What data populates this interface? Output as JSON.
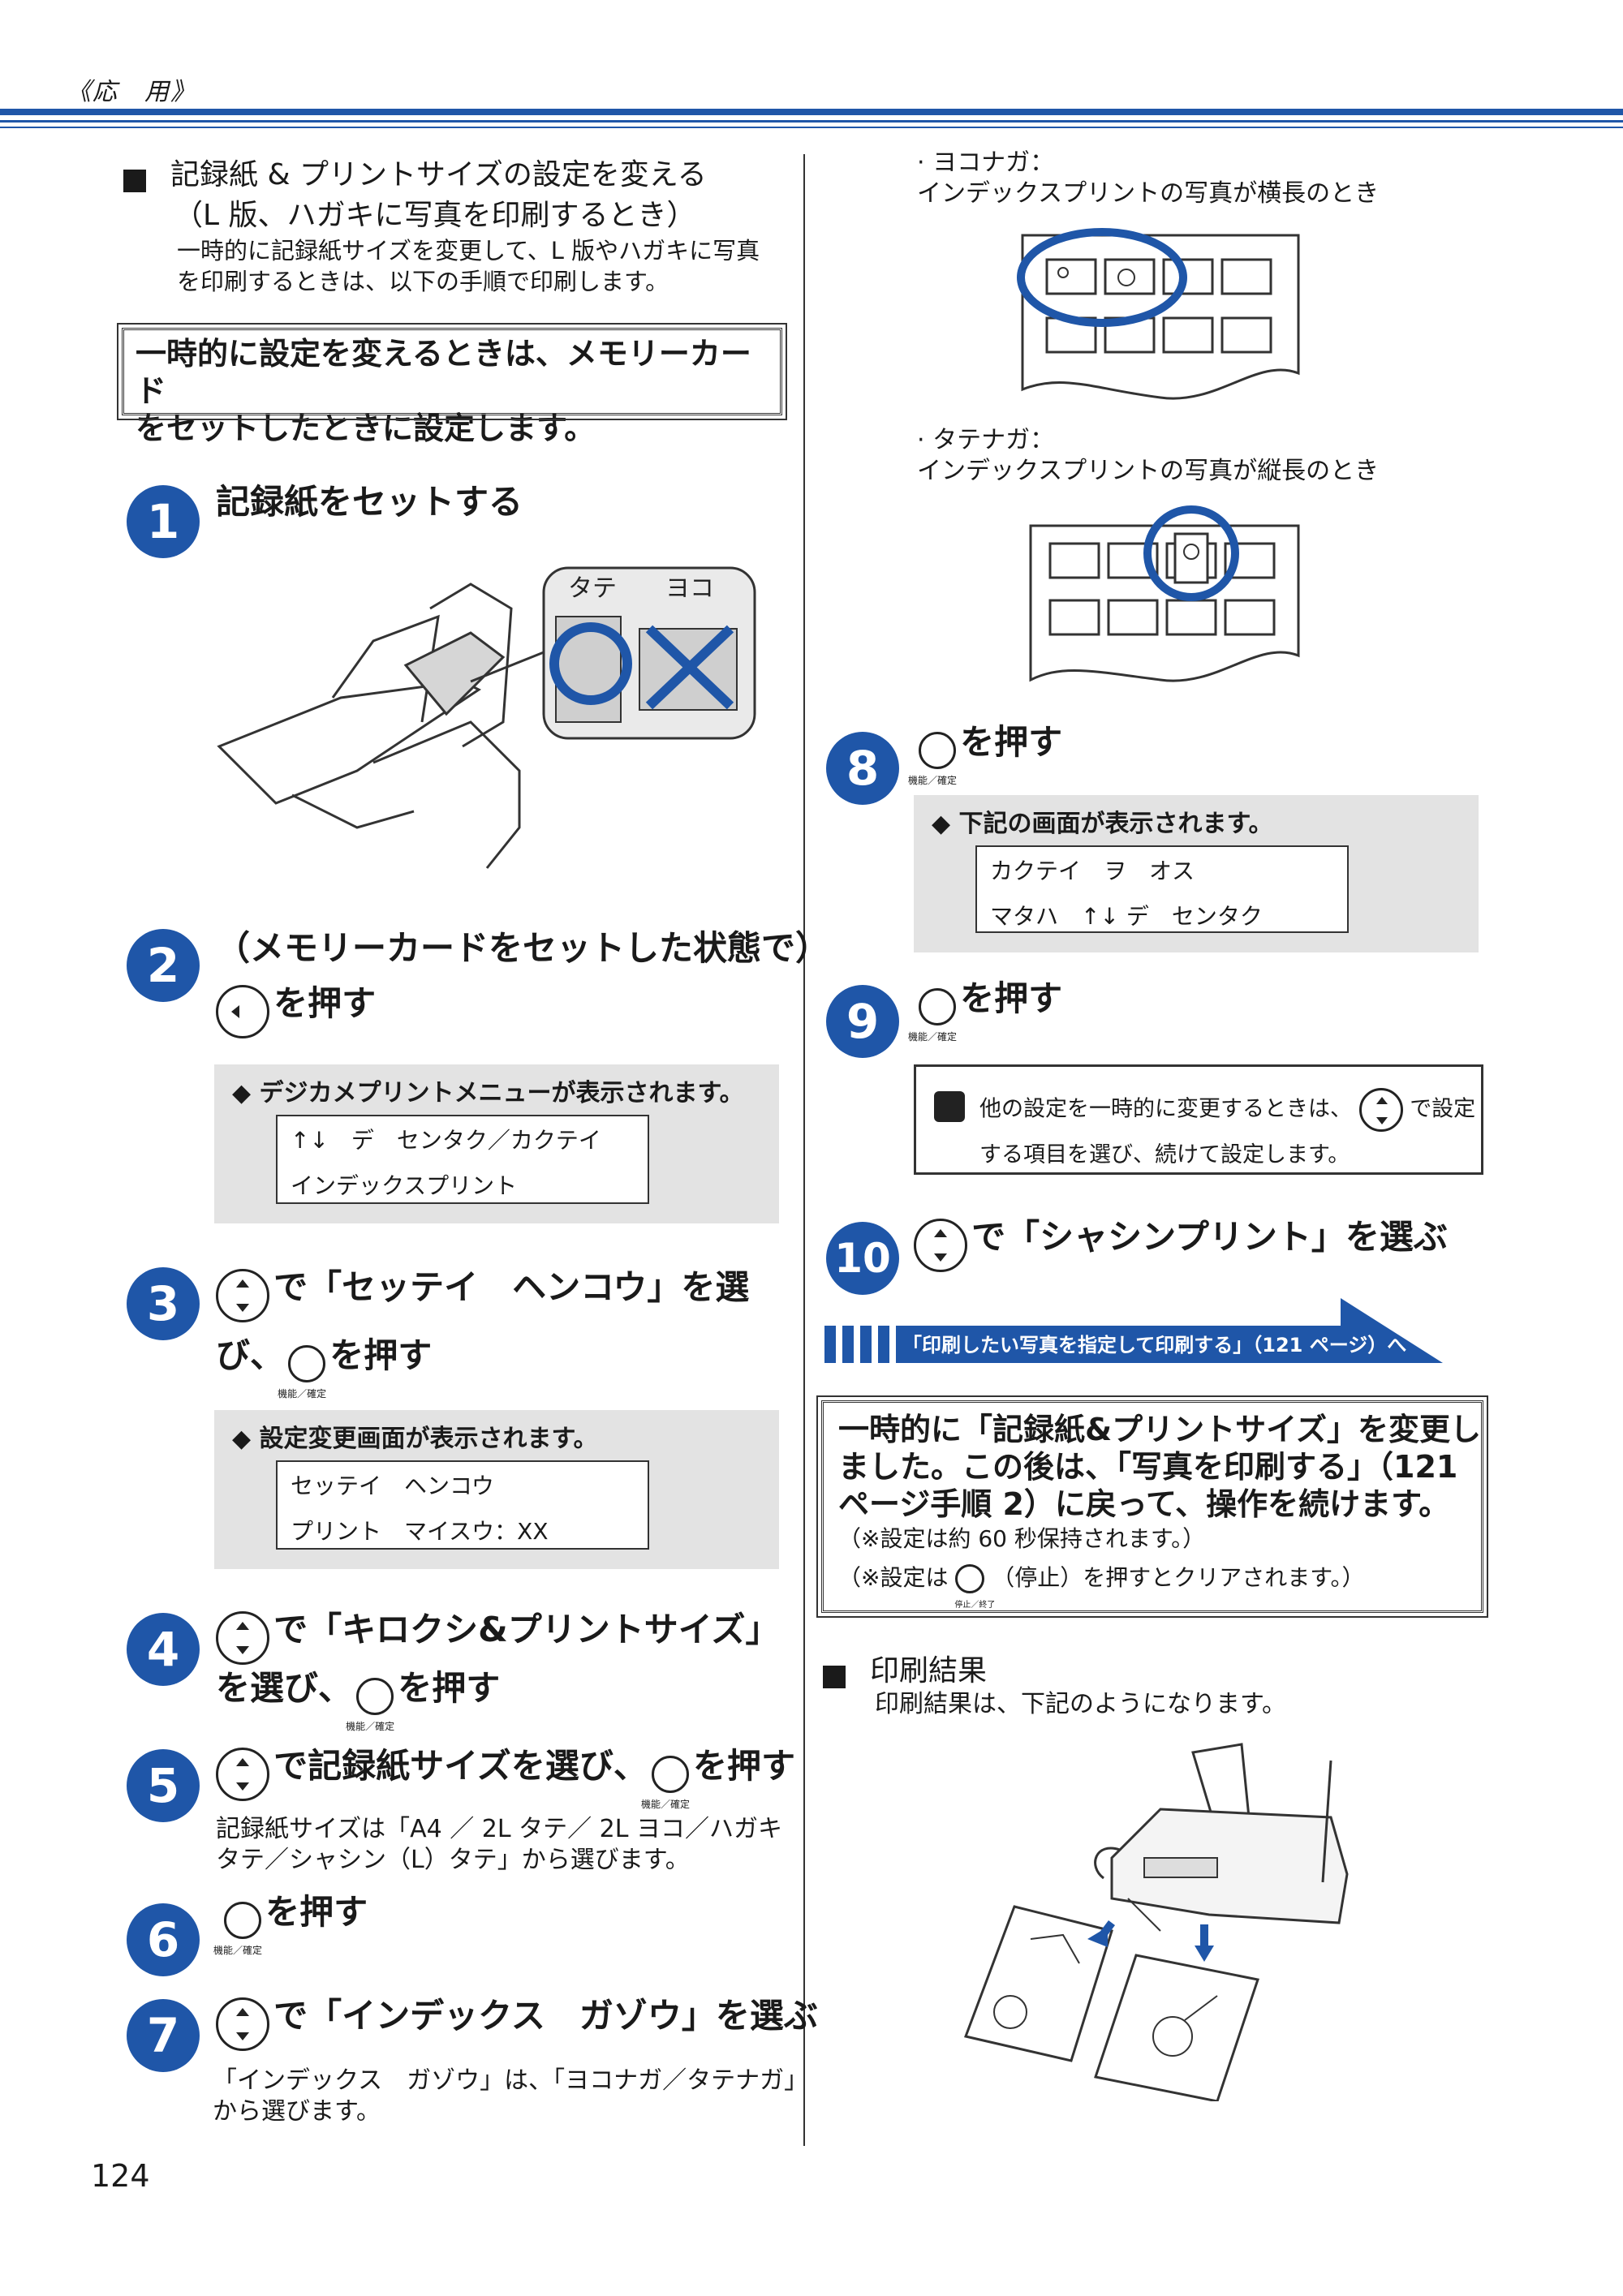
{
  "header": {
    "section": "《応　用》"
  },
  "left": {
    "section_title_1": "記録紙 & プリントサイズの設定を変える",
    "section_title_2": "（L 版、ハガキに写真を印刷するとき）",
    "intro_1": "一時的に記録紙サイズを変更して、L 版やハガキに写真",
    "intro_2": "を印刷するときは、以下の手順で印刷します。",
    "notice_1": "一時的に設定を変えるときは、メモリーカード",
    "notice_2": "をセットしたときに設定します。",
    "step1": {
      "num": "1",
      "title": "記録紙をセットする",
      "label_tate": "タテ",
      "label_yoko": "ヨコ"
    },
    "step2": {
      "num": "2",
      "title_1": "（メモリーカードをセットした状態で）",
      "title_2": "を押す",
      "note": "◆ デジカメプリントメニューが表示されます。",
      "lcd_1": "↑↓　デ　センタク／カクテイ",
      "lcd_2": "インデックスプリント"
    },
    "step3": {
      "num": "3",
      "title_1": "で「セッテイ　ヘンコウ」を選",
      "title_2": "び、",
      "title_3": "を押す",
      "note": "◆ 設定変更画面が表示されます。",
      "lcd_1": "セッテイ　ヘンコウ",
      "lcd_2": "プリント　マイスウ：XX"
    },
    "step4": {
      "num": "4",
      "title_1": "で「キロクシ&プリントサイズ」",
      "title_2": "を選び、",
      "title_3": "を押す"
    },
    "step5": {
      "num": "5",
      "title_1": "で記録紙サイズを選び、",
      "title_2": "を押す",
      "desc_1": "記録紙サイズは「A4 ／ 2L タテ／ 2L ヨコ／ハガキ",
      "desc_2": "タテ／シャシン（L）タテ」から選びます。"
    },
    "step6": {
      "num": "6",
      "title": "を押す"
    },
    "step7": {
      "num": "7",
      "title": "で「インデックス　ガゾウ」を選ぶ",
      "desc_1": "「インデックス　ガゾウ」は、「ヨコナガ／タテナガ」",
      "desc_2": "から選びます。"
    },
    "key_label": "機能／確定"
  },
  "right": {
    "yokonaga_1": "ヨコナガ：",
    "yokonaga_2": "インデックスプリントの写真が横長のとき",
    "tatenaga_1": "タテナガ：",
    "tatenaga_2": "インデックスプリントの写真が縦長のとき",
    "step8": {
      "num": "8",
      "title": "を押す",
      "note": "◆ 下記の画面が表示されます。",
      "lcd_1": "カクテイ　ヲ　オス",
      "lcd_2": "マタハ　↑↓ デ　センタク"
    },
    "step9": {
      "num": "9",
      "title": "を押す",
      "memo_1": "他の設定を一時的に変更するときは、",
      "memo_2": "で設定",
      "memo_3": "する項目を選び、続けて設定します。"
    },
    "step10": {
      "num": "10",
      "title": "で「シャシンプリント」を選ぶ"
    },
    "nav_link": "「印刷したい写真を指定して印刷する」（121 ページ）へ",
    "summary_1": "一時的に「記録紙&プリントサイズ」を変更し",
    "summary_2": "ました。この後は、「写真を印刷する」（121",
    "summary_3": "ページ手順 2）に戻って、操作を続けます。",
    "summary_note_1": "（※設定は約 60 秒保持されます。）",
    "summary_note_2a": "（※設定は",
    "summary_note_2b": "（停止）を押すとクリアされます。）",
    "stop_label": "停止／終了",
    "result_title": "印刷結果",
    "result_desc": "印刷結果は、下記のようになります。"
  },
  "footer": {
    "page_number": "124"
  },
  "colors": {
    "accent": "#1f56a8",
    "gray_box": "#e3e3e3"
  }
}
